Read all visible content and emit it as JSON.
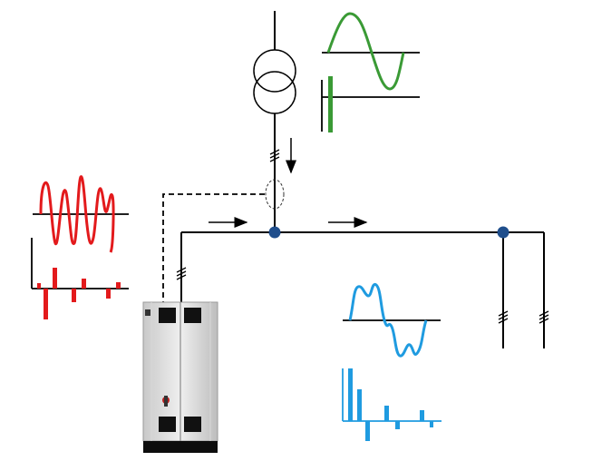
{
  "diagram": {
    "type": "active-harmonic-filter-schematic",
    "components": [
      {
        "name": "transformer",
        "icon": "transformer-symbol"
      },
      {
        "name": "current-sensor",
        "icon": "ct-dashed-ellipse"
      },
      {
        "name": "active-filter-cabinet",
        "icon": "filter-cabinet"
      },
      {
        "name": "bus-node-left",
        "icon": "node-dot"
      },
      {
        "name": "bus-node-right",
        "icon": "node-dot"
      }
    ],
    "colors": {
      "line": "#000000",
      "node": "#1f4e8c",
      "supply_wave": "#3a9a35",
      "filter_wave": "#e31a1c",
      "load_wave": "#1f9be0",
      "cabinet_body": "#e6e6e6",
      "cabinet_base": "#0d0d0d"
    },
    "waveforms": [
      {
        "name": "supply-current",
        "shape": "sine",
        "color_key": "supply_wave"
      },
      {
        "name": "filter-current",
        "shape": "harmonic-ripple",
        "color_key": "filter_wave"
      },
      {
        "name": "load-current",
        "shape": "distorted",
        "color_key": "load_wave"
      }
    ],
    "spectra": [
      {
        "name": "supply-spectrum",
        "bars": [
          1.0
        ]
      },
      {
        "name": "filter-spectrum",
        "bars": [
          0.1,
          -0.55,
          0.7,
          -0.25,
          0.35,
          -0.2
        ]
      },
      {
        "name": "load-spectrum",
        "bars": [
          1.0,
          0.6,
          -0.35,
          0.3,
          -0.15,
          0.2,
          -0.1
        ]
      }
    ]
  }
}
